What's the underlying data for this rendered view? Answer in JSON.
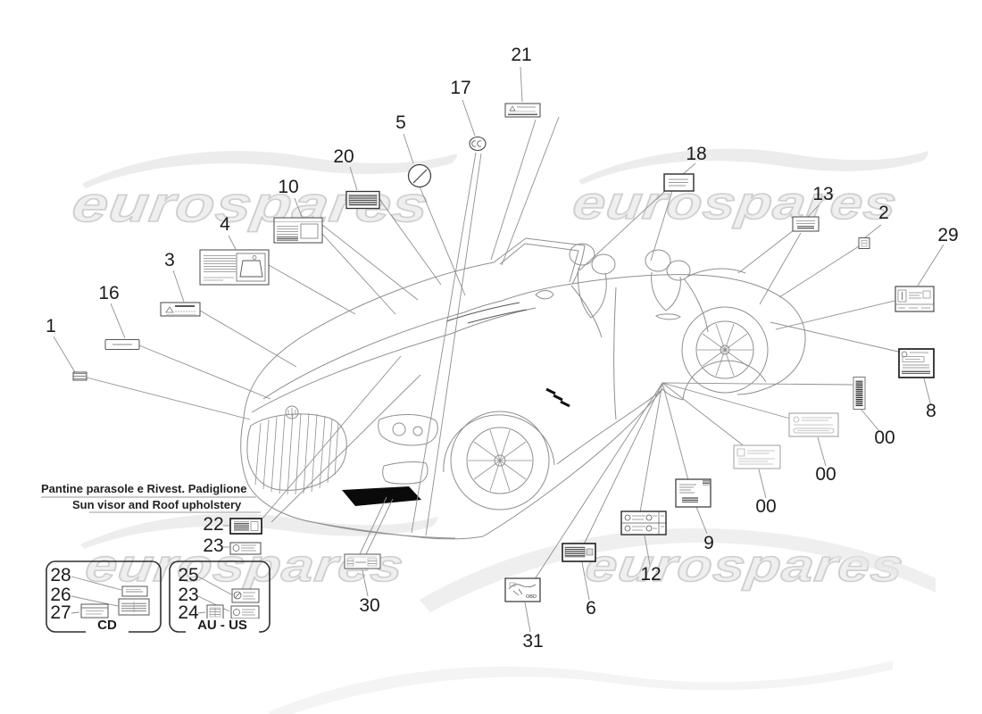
{
  "watermark": {
    "text": "eurospares"
  },
  "note": {
    "line1": "Pantine parasole e Rivest. Padiglione",
    "line2": "Sun visor and Roof upholstery"
  },
  "groups": {
    "cd": "CD",
    "au_us": "AU - US"
  },
  "stickers": {
    "s31_text": "OBD"
  },
  "callouts": {
    "c1": "1",
    "c16": "16",
    "c3": "3",
    "c4": "4",
    "c10": "10",
    "c20": "20",
    "c5": "5",
    "c17": "17",
    "c21": "21",
    "c18": "18",
    "c13": "13",
    "c2": "2",
    "c29": "29",
    "c8": "8",
    "c00a": "00",
    "c00b": "00",
    "c00c": "00",
    "c9": "9",
    "c12": "12",
    "c6": "6",
    "c31": "31",
    "c30": "30",
    "c22": "22",
    "c23": "23",
    "c28": "28",
    "c26": "26",
    "c27": "27",
    "c25": "25",
    "c23b": "23",
    "c24": "24"
  }
}
